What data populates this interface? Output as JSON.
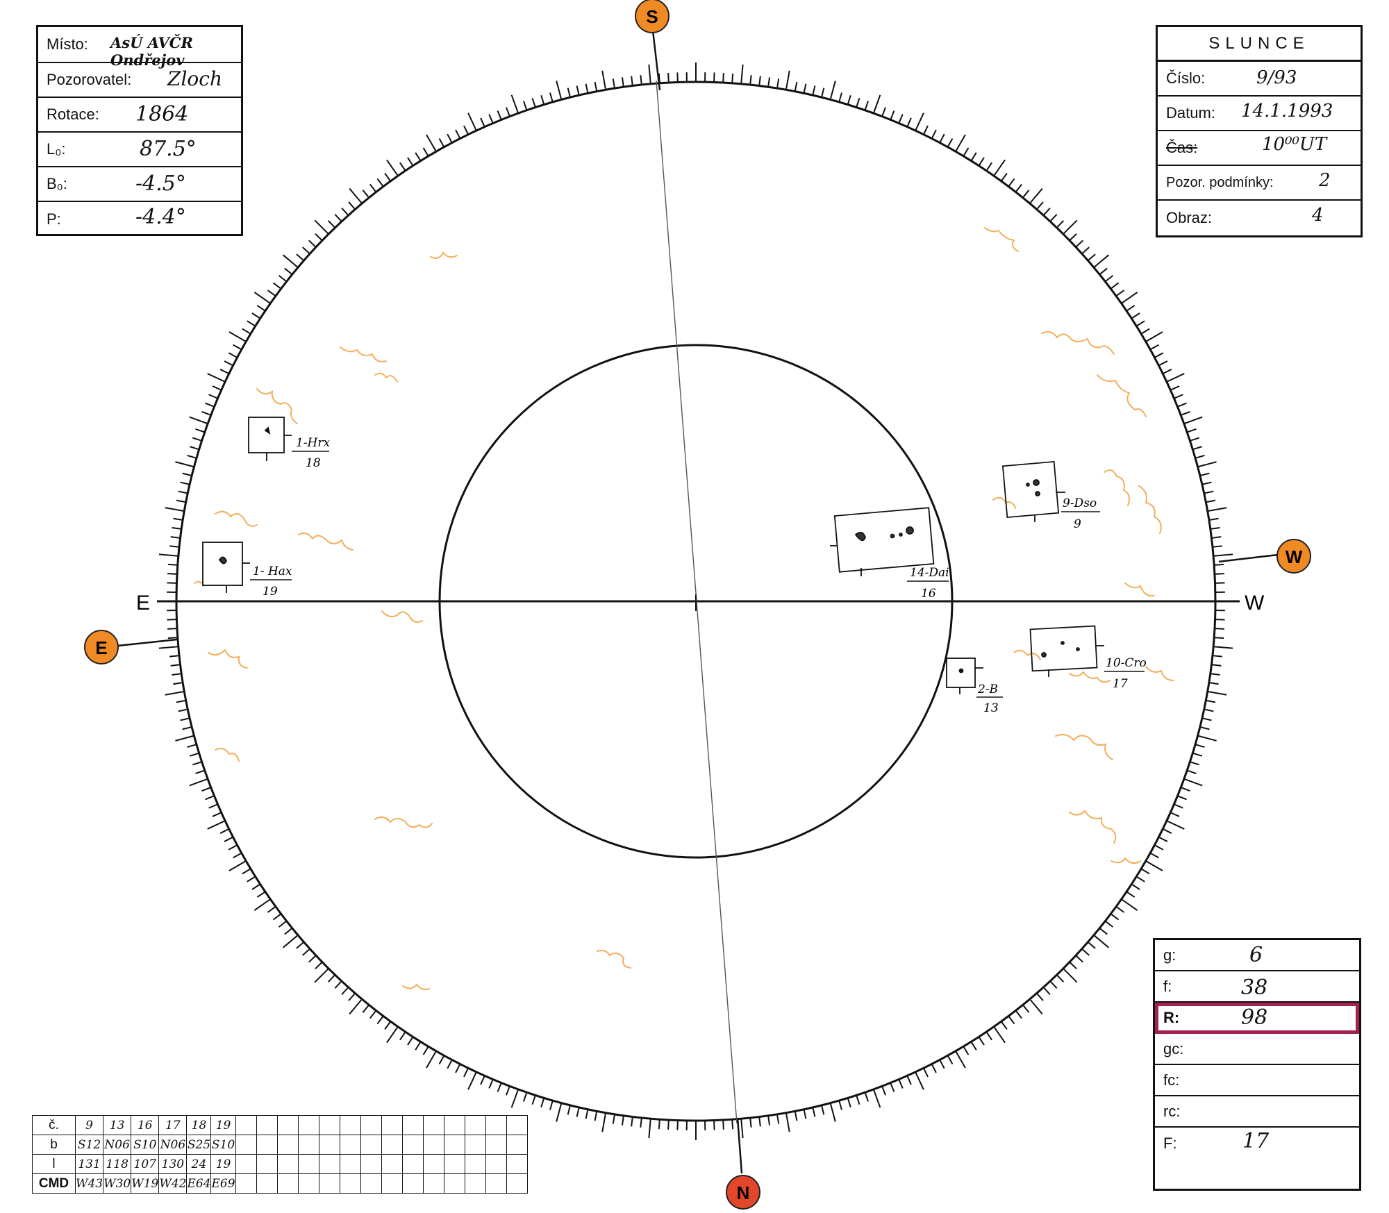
{
  "info": {
    "misto_label": "Místo:",
    "misto_value": "AsÚ AVČR Ondřejov",
    "pozorovatel_label": "Pozorovatel:",
    "pozorovatel_value": "Zloch",
    "rotace_label": "Rotace:",
    "rotace_value": "1864",
    "l0_label": "L₀:",
    "l0_value": "87.5°",
    "b0_label": "B₀:",
    "b0_value": "-4.5°",
    "p_label": "P:",
    "p_value": "-4.4°"
  },
  "sun": {
    "title": "SLUNCE",
    "cislo_label": "Číslo:",
    "cislo_value": "9/93",
    "datum_label": "Datum:",
    "datum_value": "14.1.1993",
    "cas_label": "Čas:",
    "cas_value": "10⁰⁰UT",
    "podminky_label": "Pozor. podmínky:",
    "podminky_value": "2",
    "obraz_label": "Obraz:",
    "obraz_value": "4"
  },
  "counts": {
    "g_label": "g:",
    "g_value": "6",
    "f_label": "f:",
    "f_value": "38",
    "r_label": "R:",
    "r_value": "98",
    "gc_label": "gc:",
    "gc_value": "",
    "fc_label": "fc:",
    "fc_value": "",
    "rc_label": "rc:",
    "rc_value": "",
    "F_label": "F:",
    "F_value": "17"
  },
  "markers": {
    "s": "S",
    "w": "W",
    "e": "E",
    "n": "N"
  },
  "directions": {
    "e": "E",
    "w": "W"
  },
  "groups": [
    {
      "name": "1-Hrx",
      "num": "18"
    },
    {
      "name": "1- Hax",
      "num": "19"
    },
    {
      "name": "14-Dai",
      "num": "16"
    },
    {
      "name": "9-Dso",
      "num": "9"
    },
    {
      "name": "2-B",
      "num": "13"
    },
    {
      "name": "10-Cro",
      "num": "17"
    }
  ],
  "table": {
    "row_headers": [
      "č.",
      "b",
      "l",
      "CMD"
    ],
    "rows": [
      [
        "9",
        "13",
        "16",
        "17",
        "18",
        "19"
      ],
      [
        "S12",
        "N06",
        "S10",
        "N06",
        "S25",
        "S10"
      ],
      [
        "131",
        "118",
        "107",
        "130",
        "24",
        "19"
      ],
      [
        "W43",
        "W30",
        "W19",
        "W42",
        "E64",
        "E69"
      ]
    ]
  },
  "colors": {
    "marker_fill": "#f08a24",
    "marker_marker_red": "#e3472b",
    "highlight": "#a3224e",
    "faculae": "#f0a040"
  }
}
